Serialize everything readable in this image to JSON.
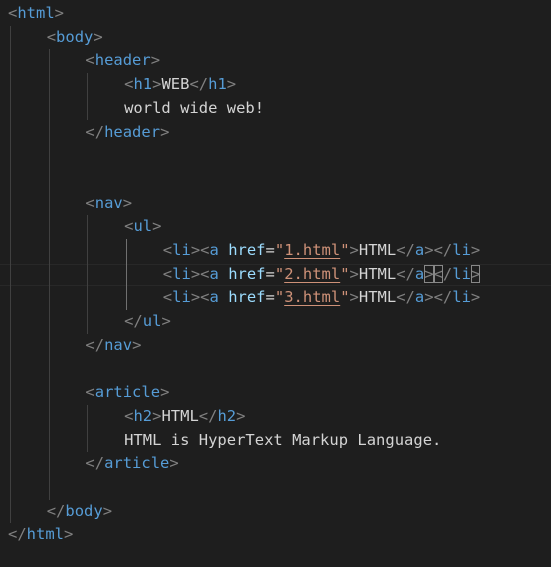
{
  "editor": {
    "lines": [
      {
        "indent": 0,
        "tokens": [
          [
            "punct",
            "<"
          ],
          [
            "tag",
            "html"
          ],
          [
            "punct",
            ">"
          ]
        ]
      },
      {
        "indent": 1,
        "tokens": [
          [
            "punct",
            "<"
          ],
          [
            "tag",
            "body"
          ],
          [
            "punct",
            ">"
          ]
        ]
      },
      {
        "indent": 2,
        "tokens": [
          [
            "punct",
            "<"
          ],
          [
            "tag",
            "header"
          ],
          [
            "punct",
            ">"
          ]
        ]
      },
      {
        "indent": 3,
        "tokens": [
          [
            "punct",
            "<"
          ],
          [
            "tag",
            "h1"
          ],
          [
            "punct",
            ">"
          ],
          [
            "text",
            "WEB"
          ],
          [
            "punct",
            "</"
          ],
          [
            "tag",
            "h1"
          ],
          [
            "punct",
            ">"
          ]
        ]
      },
      {
        "indent": 3,
        "tokens": [
          [
            "text",
            "world wide web!"
          ]
        ]
      },
      {
        "indent": 2,
        "tokens": [
          [
            "punct",
            "</"
          ],
          [
            "tag",
            "header"
          ],
          [
            "punct",
            ">"
          ]
        ]
      },
      {
        "indent": 0,
        "tokens": []
      },
      {
        "indent": 0,
        "tokens": []
      },
      {
        "indent": 2,
        "tokens": [
          [
            "punct",
            "<"
          ],
          [
            "tag",
            "nav"
          ],
          [
            "punct",
            ">"
          ]
        ]
      },
      {
        "indent": 3,
        "tokens": [
          [
            "punct",
            "<"
          ],
          [
            "tag",
            "ul"
          ],
          [
            "punct",
            ">"
          ]
        ]
      },
      {
        "indent": 4,
        "tokens": [
          [
            "punct",
            "<"
          ],
          [
            "tag",
            "li"
          ],
          [
            "punct",
            ">"
          ],
          [
            "punct",
            "<"
          ],
          [
            "tag",
            "a"
          ],
          [
            "text",
            " "
          ],
          [
            "attr",
            "href"
          ],
          [
            "eq",
            "="
          ],
          [
            "str",
            "\""
          ],
          [
            "str link",
            "1.html"
          ],
          [
            "str",
            "\""
          ],
          [
            "punct",
            ">"
          ],
          [
            "text",
            "HTML"
          ],
          [
            "punct",
            "</"
          ],
          [
            "tag",
            "a"
          ],
          [
            "punct",
            ">"
          ],
          [
            "punct",
            "</"
          ],
          [
            "tag",
            "li"
          ],
          [
            "punct",
            ">"
          ]
        ]
      },
      {
        "indent": 4,
        "tokens": [
          [
            "punct",
            "<"
          ],
          [
            "tag",
            "li"
          ],
          [
            "punct",
            ">"
          ],
          [
            "punct",
            "<"
          ],
          [
            "tag",
            "a"
          ],
          [
            "text",
            " "
          ],
          [
            "attr",
            "href"
          ],
          [
            "eq",
            "="
          ],
          [
            "str",
            "\""
          ],
          [
            "str link",
            "2.html"
          ],
          [
            "str",
            "\""
          ],
          [
            "punct",
            ">"
          ],
          [
            "text",
            "HTML"
          ],
          [
            "punct",
            "</"
          ],
          [
            "tag",
            "a"
          ],
          [
            "punct bracket-match",
            ">"
          ],
          [
            "punct bracket-match",
            "<"
          ],
          [
            "punct",
            "/"
          ],
          [
            "tag",
            "li"
          ],
          [
            "punct bracket-match",
            ">"
          ]
        ]
      },
      {
        "indent": 4,
        "tokens": [
          [
            "punct",
            "<"
          ],
          [
            "tag",
            "li"
          ],
          [
            "punct",
            ">"
          ],
          [
            "punct",
            "<"
          ],
          [
            "tag",
            "a"
          ],
          [
            "text",
            " "
          ],
          [
            "attr",
            "href"
          ],
          [
            "eq",
            "="
          ],
          [
            "str",
            "\""
          ],
          [
            "str link",
            "3.html"
          ],
          [
            "str",
            "\""
          ],
          [
            "punct",
            ">"
          ],
          [
            "text",
            "HTML"
          ],
          [
            "punct",
            "</"
          ],
          [
            "tag",
            "a"
          ],
          [
            "punct",
            ">"
          ],
          [
            "punct",
            "</"
          ],
          [
            "tag",
            "li"
          ],
          [
            "punct",
            ">"
          ]
        ]
      },
      {
        "indent": 3,
        "tokens": [
          [
            "punct",
            "</"
          ],
          [
            "tag",
            "ul"
          ],
          [
            "punct",
            ">"
          ]
        ]
      },
      {
        "indent": 2,
        "tokens": [
          [
            "punct",
            "</"
          ],
          [
            "tag",
            "nav"
          ],
          [
            "punct",
            ">"
          ]
        ]
      },
      {
        "indent": 0,
        "tokens": []
      },
      {
        "indent": 2,
        "tokens": [
          [
            "punct",
            "<"
          ],
          [
            "tag",
            "article"
          ],
          [
            "punct",
            ">"
          ]
        ]
      },
      {
        "indent": 3,
        "tokens": [
          [
            "punct",
            "<"
          ],
          [
            "tag",
            "h2"
          ],
          [
            "punct",
            ">"
          ],
          [
            "text",
            "HTML"
          ],
          [
            "punct",
            "</"
          ],
          [
            "tag",
            "h2"
          ],
          [
            "punct",
            ">"
          ]
        ]
      },
      {
        "indent": 3,
        "tokens": [
          [
            "text",
            "HTML is HyperText Markup Language."
          ]
        ]
      },
      {
        "indent": 2,
        "tokens": [
          [
            "punct",
            "</"
          ],
          [
            "tag",
            "article"
          ],
          [
            "punct",
            ">"
          ]
        ]
      },
      {
        "indent": 0,
        "tokens": []
      },
      {
        "indent": 1,
        "tokens": [
          [
            "punct",
            "</"
          ],
          [
            "tag",
            "body"
          ],
          [
            "punct",
            ">"
          ]
        ]
      },
      {
        "indent": 0,
        "tokens": [
          [
            "punct",
            "</"
          ],
          [
            "tag",
            "html"
          ],
          [
            "punct",
            ">"
          ]
        ]
      }
    ]
  }
}
